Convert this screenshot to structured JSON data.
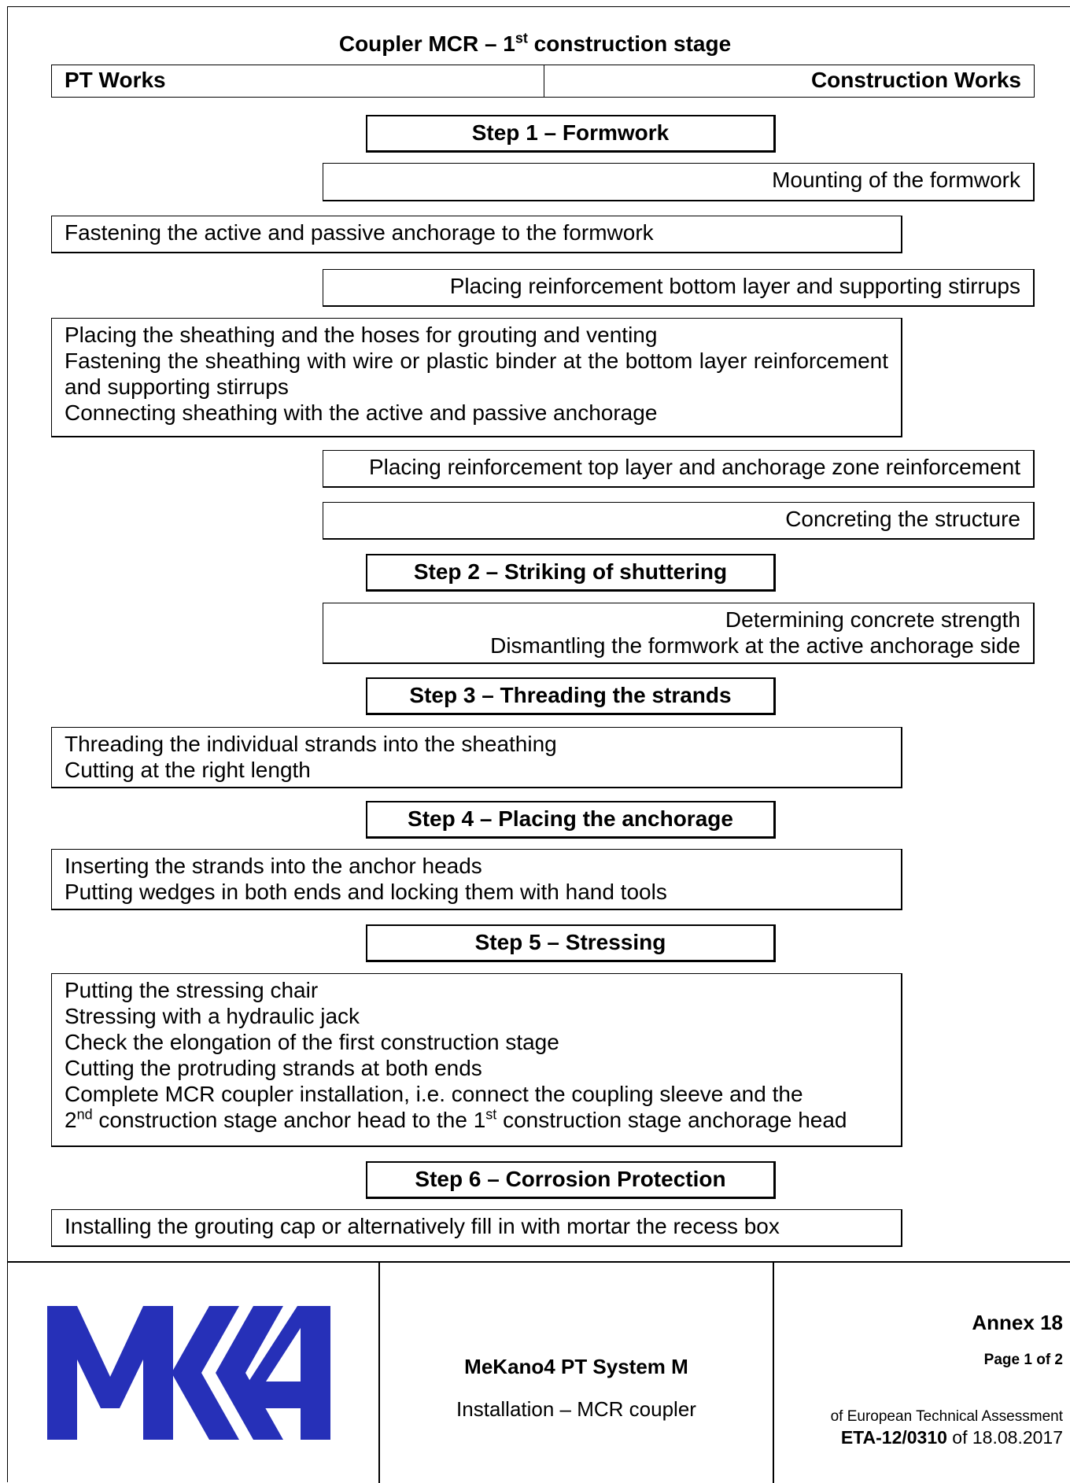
{
  "doc": {
    "title_pre": "Coupler MCR – 1",
    "title_sup": "st",
    "title_post": " construction stage"
  },
  "header": {
    "left": "PT Works",
    "right": "Construction Works"
  },
  "steps": [
    "Step 1 – Formwork",
    "Step 2 – Striking of shuttering",
    "Step 3 – Threading the strands",
    "Step 4 – Placing the anchorage",
    "Step 5 – Stressing",
    "Step 6 – Corrosion Protection"
  ],
  "boxes": {
    "mounting": "Mounting  of the formwork",
    "fastening": "Fastening the active and passive anchorage to the formwork",
    "reinf_bottom": "Placing reinforcement bottom layer and supporting stirrups",
    "sheathing": [
      "Placing the sheathing and the hoses for grouting and venting",
      "Fastening the sheathing with wire or plastic binder at the bottom layer reinforcement and supporting stirrups",
      "Connecting sheathing with the active and passive anchorage"
    ],
    "reinf_top": "Placing reinforcement top layer and anchorage zone reinforcement",
    "concreting": "Concreting the structure",
    "striking": [
      "Determining concrete strength",
      "Dismantling the formwork at the active anchorage side"
    ],
    "threading": [
      "Threading the individual strands into the sheathing",
      "Cutting at the right length"
    ],
    "anchorage": [
      "Inserting the strands into the anchor heads",
      "Putting wedges in both ends and locking them with hand tools"
    ],
    "stressing": [
      "Putting the stressing chair",
      "Stressing with a hydraulic jack",
      "Check the elongation of the first construction stage",
      "Cutting the protruding strands at both ends",
      "Complete MCR coupler installation, i.e. connect the coupling sleeve and the"
    ],
    "stressing_last": {
      "pre": "2",
      "sup1": "nd",
      "mid": " construction stage anchor head to the 1",
      "sup2": "st",
      "post": " construction stage anchorage head"
    },
    "corrosion": "Installing the grouting cap or alternatively fill in with mortar the recess box"
  },
  "footer": {
    "logo_text": "MK4",
    "product": "MeKano4 PT System M",
    "subtitle": "Installation – MCR coupler",
    "annex": "Annex 18",
    "page": "Page 1 of 2",
    "eta_prefix": "of European Technical Assessment",
    "eta_number": "ETA-12/0310",
    "eta_date": " of 18.08.2017"
  },
  "colors": {
    "logo_blue": "#2630b8",
    "border": "#000000"
  }
}
